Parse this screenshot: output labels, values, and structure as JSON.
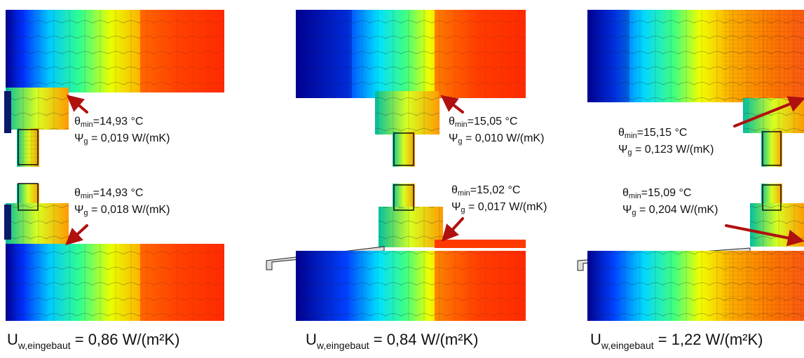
{
  "panels": [
    {
      "id": "panel-1",
      "top": {
        "theta_sym": "θ",
        "theta_sub": "min",
        "theta_val": "=14,93 °C",
        "psi_sym": "Ψ",
        "psi_sub": "g",
        "psi_val": " = 0,019 W/(mK)"
      },
      "bottom": {
        "theta_sym": "θ",
        "theta_sub": "min",
        "theta_val": "=14,93 °C",
        "psi_sym": "Ψ",
        "psi_sub": "g",
        "psi_val": " = 0,018 W/(mK)"
      },
      "u_sym": "U",
      "u_sub": "w,eingebaut",
      "u_val": " = 0,86 W/(m²K)"
    },
    {
      "id": "panel-2",
      "top": {
        "theta_sym": "θ",
        "theta_sub": "min",
        "theta_val": "=15,05 °C",
        "psi_sym": "Ψ",
        "psi_sub": "g",
        "psi_val": " = 0,010 W/(mK)"
      },
      "bottom": {
        "theta_sym": "θ",
        "theta_sub": "min",
        "theta_val": "=15,02 °C",
        "psi_sym": "Ψ",
        "psi_sub": "g",
        "psi_val": " = 0,017 W/(mK)"
      },
      "u_sym": "U",
      "u_sub": "w,eingebaut",
      "u_val": " = 0,84 W/(m²K)"
    },
    {
      "id": "panel-3",
      "top": {
        "theta_sym": "θ",
        "theta_sub": "min",
        "theta_val": "=15,15 °C",
        "psi_sym": "Ψ",
        "psi_sub": "g",
        "psi_val": " = 0,123 W/(mK)"
      },
      "bottom": {
        "theta_sym": "θ",
        "theta_sub": "min",
        "theta_val": "=15,09 °C",
        "psi_sym": "Ψ",
        "psi_sub": "g",
        "psi_val": " = 0,204 W/(mK)"
      },
      "u_sym": "U",
      "u_sub": "w,eingebaut",
      "u_val": " = 1,22 W/(m²K)"
    }
  ],
  "colors": {
    "cold": "#00008f",
    "warm": "#ff2a00",
    "arrow": "#b01010",
    "isotherm": "#1a1a1a"
  }
}
